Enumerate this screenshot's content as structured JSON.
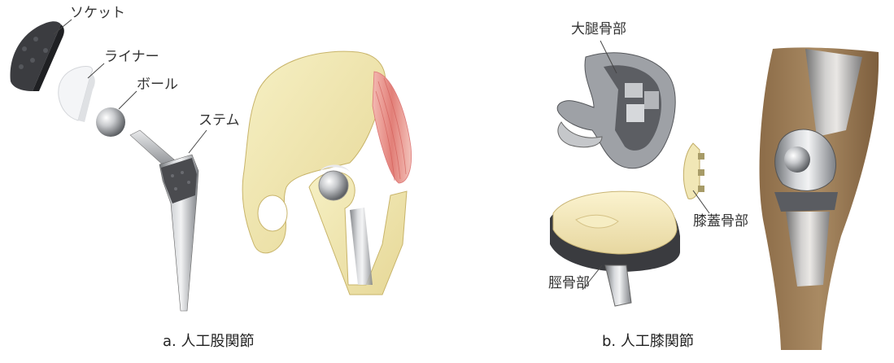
{
  "hip": {
    "caption": "a. 人工股関節",
    "labels": {
      "socket": "ソケット",
      "liner": "ライナー",
      "ball": "ボール",
      "stem": "ステム"
    }
  },
  "knee": {
    "caption": "b. 人工膝関節",
    "labels": {
      "femoral": "大腿骨部",
      "patellar": "膝蓋骨部",
      "tibial": "脛骨部"
    }
  }
}
